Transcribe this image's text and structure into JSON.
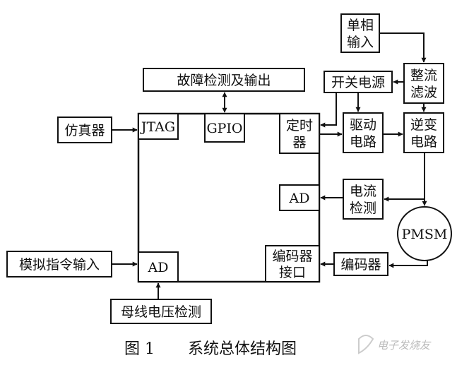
{
  "blocks": {
    "fault": "故障检测及输出",
    "simulator": "仿真器",
    "jtag": "JTAG",
    "gpio": "GPIO",
    "timer": [
      "定时",
      "器"
    ],
    "switch_ps": "开关电源",
    "single_phase": [
      "单相",
      "输入"
    ],
    "rectifier": [
      "整流",
      "滤波"
    ],
    "driver": [
      "驱动",
      "电路"
    ],
    "inverter": [
      "逆变",
      "电路"
    ],
    "ad_current": "AD",
    "current_det": [
      "电流",
      "检测"
    ],
    "pmsm": "PMSM",
    "analog_cmd": "模拟指令输入",
    "ad_cmd": "AD",
    "encoder_if": [
      "编码器",
      "接口"
    ],
    "encoder": "编码器",
    "bus_voltage": "母线电压检测"
  },
  "caption": {
    "number": "图 1",
    "title": "系统总体结构图"
  },
  "watermark": "电子发烧友"
}
